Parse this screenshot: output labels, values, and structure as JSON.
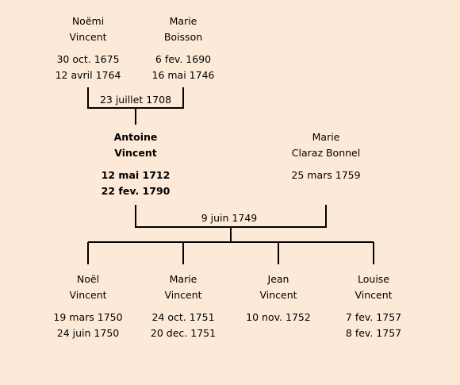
{
  "grandparents": [
    {
      "given": "Noëmi",
      "surname": "Vincent",
      "birth": "30 oct. 1675",
      "death": "12 avril 1764"
    },
    {
      "given": "Marie",
      "surname": "Boisson",
      "birth": "6 fev. 1690",
      "death": "16 mai 1746"
    }
  ],
  "grandparents_union": {
    "date": "23 juillet 1708"
  },
  "parents": [
    {
      "given": "Antoine",
      "surname": "Vincent",
      "birth": "12 mai 1712",
      "death": "22 fev. 1790"
    },
    {
      "given": "Marie",
      "surname": "Claraz Bonnel",
      "birth": "25 mars 1759",
      "death": ""
    }
  ],
  "parents_union": {
    "date": "9 juin 1749"
  },
  "children": [
    {
      "given": "Noël",
      "surname": "Vincent",
      "birth": "19 mars 1750",
      "death": "24 juin 1750"
    },
    {
      "given": "Marie",
      "surname": "Vincent",
      "birth": "24 oct. 1751",
      "death": "20 dec. 1751"
    },
    {
      "given": "Jean",
      "surname": "Vincent",
      "birth": "10 nov. 1752",
      "death": ""
    },
    {
      "given": "Louise",
      "surname": "Vincent",
      "birth": "7 fev. 1757",
      "death": "8 fev. 1757"
    }
  ]
}
